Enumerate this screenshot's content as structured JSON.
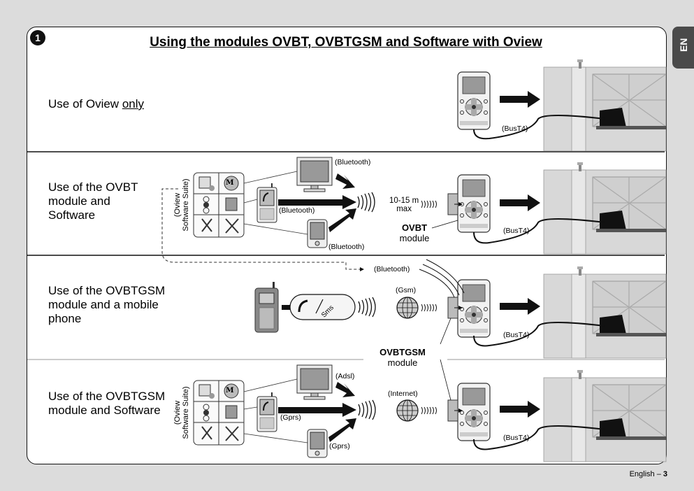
{
  "figure_number": "1",
  "title": "Using the modules OVBT, OVBTGSM and Software with Oview",
  "language_tab": "EN",
  "rows": [
    {
      "label_pre": "Use of Oview ",
      "label_under": "only"
    },
    {
      "label": "Use of the OVBT module and Software"
    },
    {
      "label": "Use of the OVBTGSM module and a mobile phone"
    },
    {
      "label": "Use of the OVBTGSM module and Software"
    }
  ],
  "labels": {
    "bust4": "(BusT4)",
    "bluetooth": "(Bluetooth)",
    "range": "10-15 m max",
    "range_l1": "10-15 m",
    "range_l2": "max",
    "ovbt_module_l1": "OVBT",
    "ovbt_module_l2": "module",
    "ovbtgsm_module_l1": "OVBTGSM",
    "ovbtgsm_module_l2": "module",
    "gsm": "(Gsm)",
    "internet": "(Internet)",
    "adsl": "(Adsl)",
    "gprs": "(Gprs)",
    "sms": "Sms",
    "suite_l1": "(Oview",
    "suite_l2": "Software Suite)",
    "software_m": "M"
  },
  "footer": {
    "text": "English – ",
    "page": "3"
  },
  "colors": {
    "page_bg": "#dcdcdc",
    "tab_bg": "#4a4a4a",
    "line": "#111111",
    "device_grey": "#b8b8b8",
    "panel_grey": "#d6d6d6"
  },
  "icons": [
    "programming-unit-icon",
    "gate-motor-icon",
    "smartphone-icon",
    "monitor-icon",
    "pda-icon",
    "mobile-phone-icon",
    "globe-icon",
    "phone-sms-icon",
    "wave-icon",
    "arrow-icon"
  ]
}
